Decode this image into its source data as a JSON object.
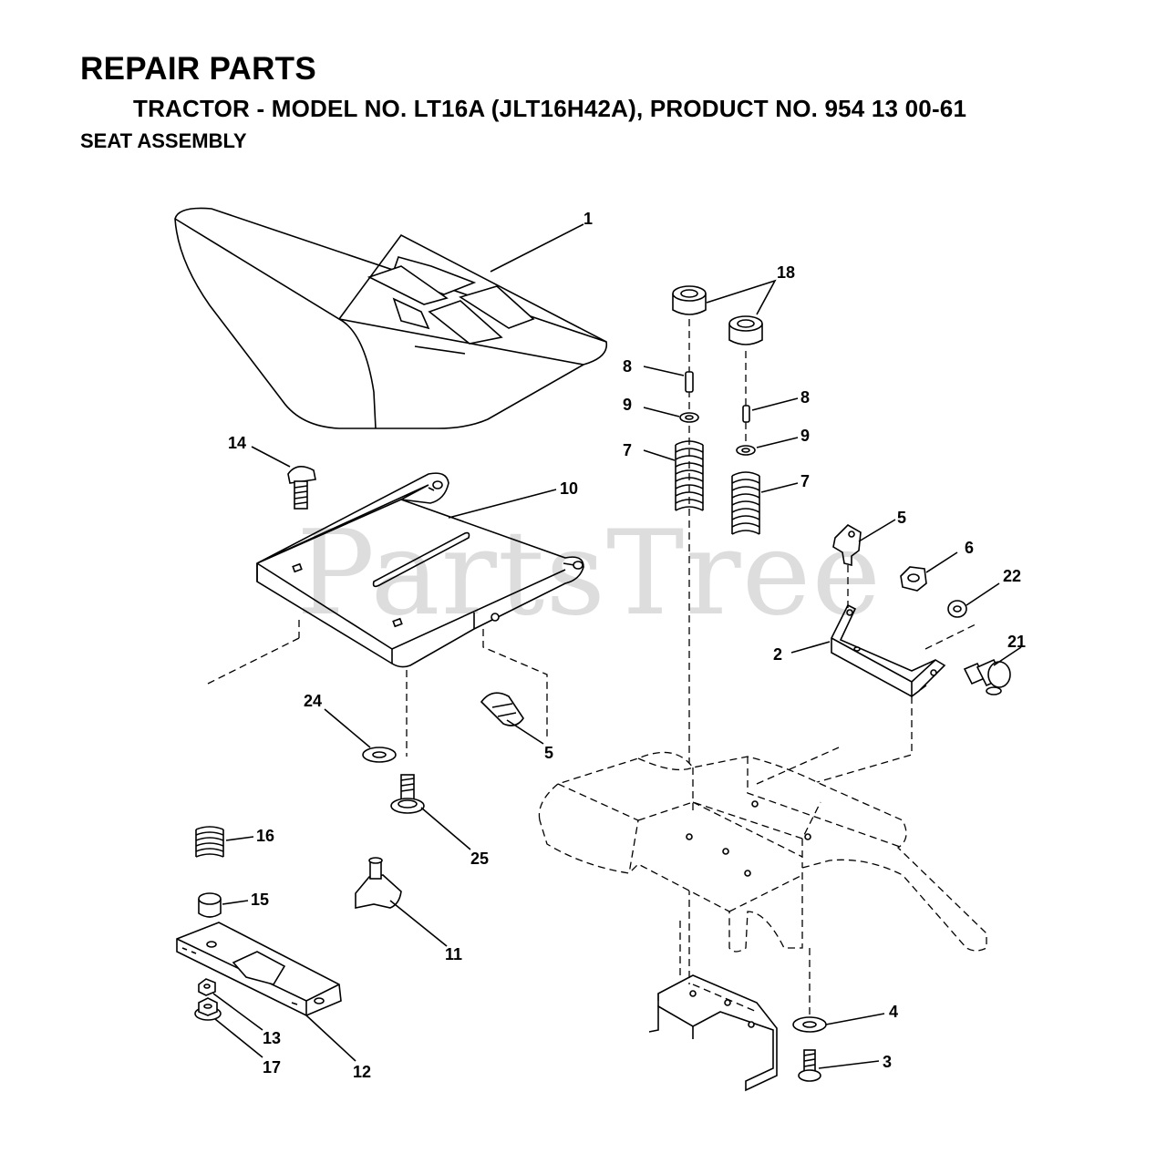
{
  "header": {
    "title": "REPAIR PARTS",
    "subtitle": "TRACTOR - MODEL NO. LT16A (JLT16H42A), PRODUCT NO. 954 13 00-61",
    "section": "SEAT ASSEMBLY"
  },
  "watermark": "PartsTree",
  "callouts": {
    "c1": "1",
    "c18": "18",
    "c8a": "8",
    "c8b": "8",
    "c9a": "9",
    "c9b": "9",
    "c7a": "7",
    "c7b": "7",
    "c14": "14",
    "c10": "10",
    "c5a": "5",
    "c5b": "5",
    "c6": "6",
    "c22": "22",
    "c2": "2",
    "c21": "21",
    "c24": "24",
    "c25": "25",
    "c16": "16",
    "c15": "15",
    "c11": "11",
    "c13": "13",
    "c12": "12",
    "c17": "17",
    "c4": "4",
    "c3": "3"
  }
}
